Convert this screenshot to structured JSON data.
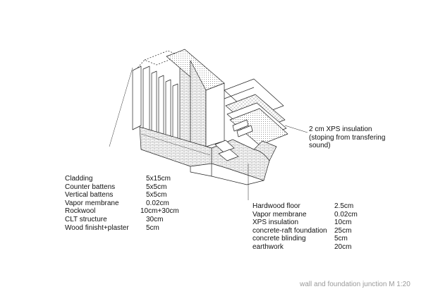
{
  "wall_layers": [
    {
      "material": "Cladding",
      "size": "5x15cm"
    },
    {
      "material": "Counter battens",
      "size": "5x5cm"
    },
    {
      "material": "Vertical battens",
      "size": "5x5cm"
    },
    {
      "material": "Vapor membrane",
      "size": "0.02cm"
    },
    {
      "material": "Rockwool",
      "size": "10cm+30cm"
    },
    {
      "material": "CLT structure",
      "size": "30cm"
    },
    {
      "material": "Wood finisht+plaster",
      "size": "5cm"
    }
  ],
  "floor_layers": [
    {
      "material": "Hardwood floor",
      "size": "2.5cm"
    },
    {
      "material": "Vapor membrane",
      "size": "0.02cm"
    },
    {
      "material": "XPS insulation",
      "size": "10cm"
    },
    {
      "material": "concrete-raft foundation",
      "size": "25cm"
    },
    {
      "material": "concrete blinding",
      "size": "5cm"
    },
    {
      "material": "earthwork",
      "size": "20cm"
    }
  ],
  "xps_note": [
    "2 cm XPS insulation",
    "(stoping from transfering",
    "sound)"
  ],
  "caption": "wall and foundation junction M 1:20"
}
